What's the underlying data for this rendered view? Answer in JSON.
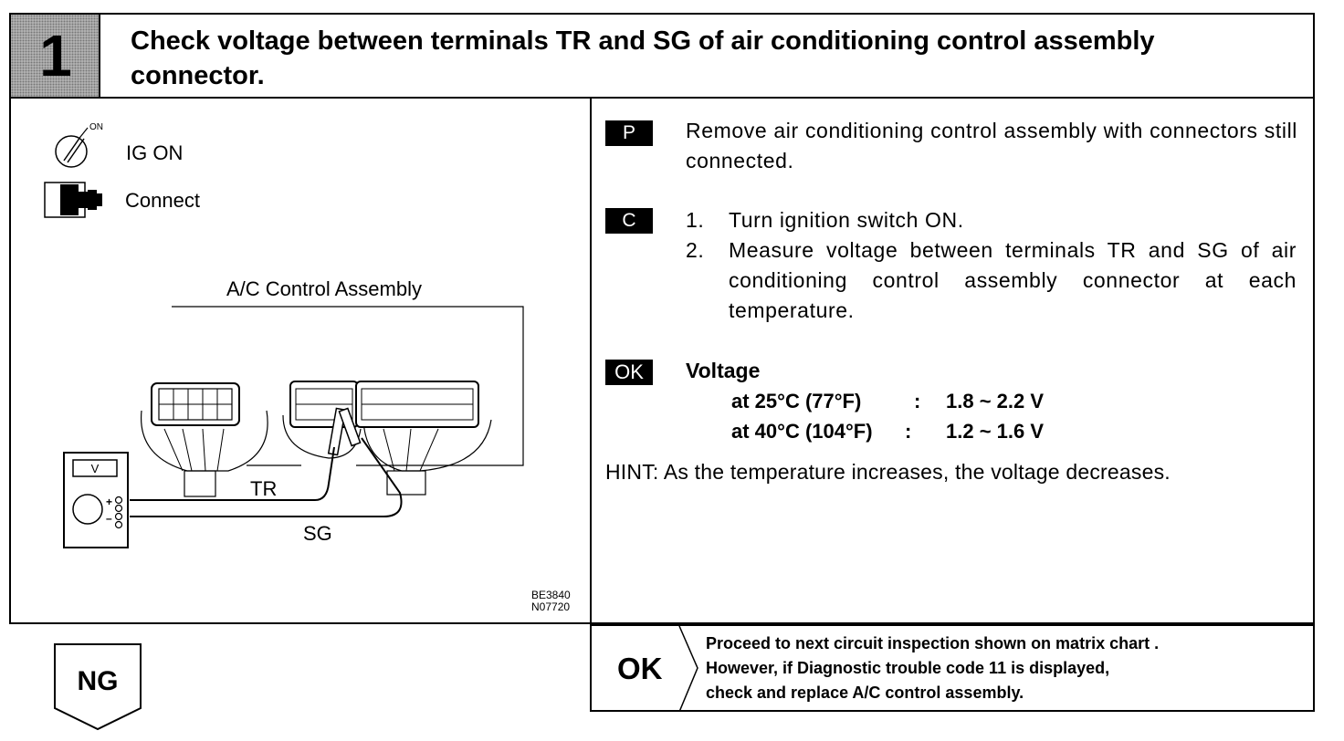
{
  "step": {
    "number": "1"
  },
  "title": "Check voltage between terminals TR and SG of air conditioning control assembly connector.",
  "legend": {
    "ig_icon": "ignition-switch-icon",
    "ig_sup": "ON",
    "ig_label": "IG ON",
    "connect_icon": "connector-icon",
    "connect_label": "Connect"
  },
  "diagram": {
    "assembly_label": "A/C Control Assembly",
    "meter_label": "V",
    "tr_label": "TR",
    "sg_label": "SG",
    "figure_codes": [
      "BE3840",
      "N07720"
    ]
  },
  "instructions": {
    "p_badge": "P",
    "p_text": "Remove air conditioning control assembly with connectors still connected.",
    "c_badge": "C",
    "c_items": [
      {
        "num": "1.",
        "text": "Turn ignition switch ON."
      },
      {
        "num": "2.",
        "text": "Measure voltage between terminals TR and SG of air conditioning control assembly connector at each temperature."
      }
    ],
    "ok_badge": "OK",
    "voltage_title": "Voltage",
    "voltage_rows": [
      {
        "condition": "at 25°C (77°F)",
        "sep": ":",
        "value": "1.8 ~ 2.2 V"
      },
      {
        "condition": "at 40°C (104°F)",
        "sep": ":",
        "value": "1.2 ~ 1.6 V"
      }
    ],
    "hint": "HINT: As the temperature increases, the voltage decreases."
  },
  "results": {
    "ng_label": "NG",
    "ok_label": "OK",
    "ok_lines": [
      "Proceed to next circuit inspection shown on matrix chart .",
      "However, if Diagnostic trouble code  11 is displayed,",
      "check and replace A/C control assembly."
    ]
  }
}
